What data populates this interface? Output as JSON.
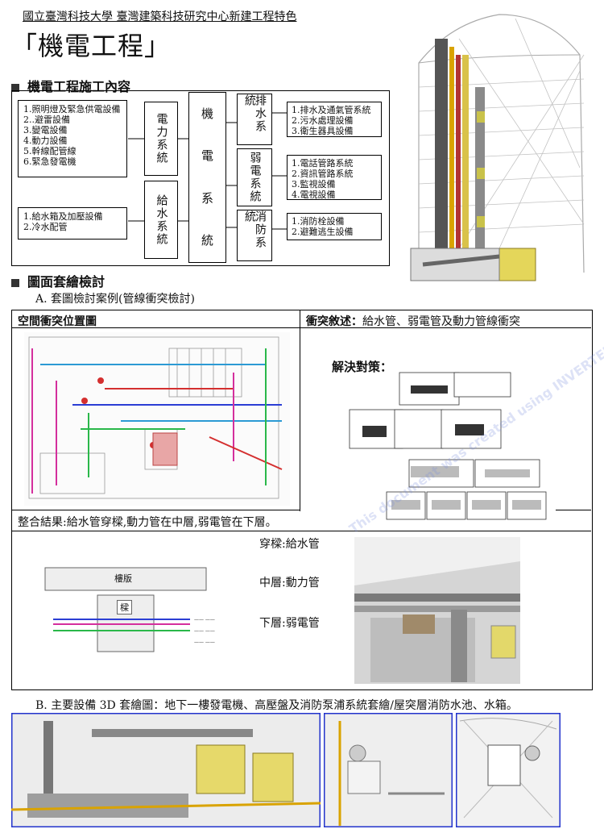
{
  "header": {
    "university_line": "國立臺灣科技大學  臺灣建築科技研究中心新建工程特色",
    "title": "「機電工程」"
  },
  "section1": {
    "heading": "機電工程施工內容",
    "center": [
      "機",
      "電",
      "系",
      "統"
    ],
    "power": {
      "label": "電力系統",
      "items": [
        "1.照明燈及緊急供電設備",
        "2..避雷設備",
        "3.變電設備",
        "4.動力設備",
        "5.幹線配管線",
        "6.緊急發電機"
      ]
    },
    "water": {
      "label": "給水系統",
      "items": [
        "1.給水箱及加壓設備",
        "2.冷水配管"
      ]
    },
    "drain": {
      "label": "排水系統",
      "items": [
        "1.排水及通氣管系統",
        "2.污水處理設備",
        "3.衛生器具設備"
      ]
    },
    "weak": {
      "label": "弱電系統",
      "items": [
        "1.電話管路系統",
        "2.資訊管路系統",
        "3.監視設備",
        "4.電視設備"
      ]
    },
    "fire": {
      "label": "消防系統",
      "items": [
        "1.消防栓設備",
        "2.避難逃生設備"
      ]
    }
  },
  "section2": {
    "heading": "圖面套繪檢討",
    "subA": "A. 套圖檢討案例(管線衝突檢討)",
    "location_title": "空間衝突位置圖",
    "conflict_label": "衝突敘述：",
    "conflict_text": "給水管、弱電管及動力管線衝突",
    "solution_label": "解決對策：",
    "result_text": "整合結果:給水管穿樑,動力管在中層,弱電管在下層。",
    "layers": [
      "穿樑:給水管",
      "中層:動力管",
      "下層:弱電管"
    ],
    "beam_labels": [
      "樓版",
      "樑"
    ],
    "watermark": "This document was created using INVERTER PDF",
    "subB": "B. 主要設備 3D 套繪圖：地下一樓發電機、高壓盤及消防泵浦系統套繪/屋突層消防水池、水箱。"
  }
}
